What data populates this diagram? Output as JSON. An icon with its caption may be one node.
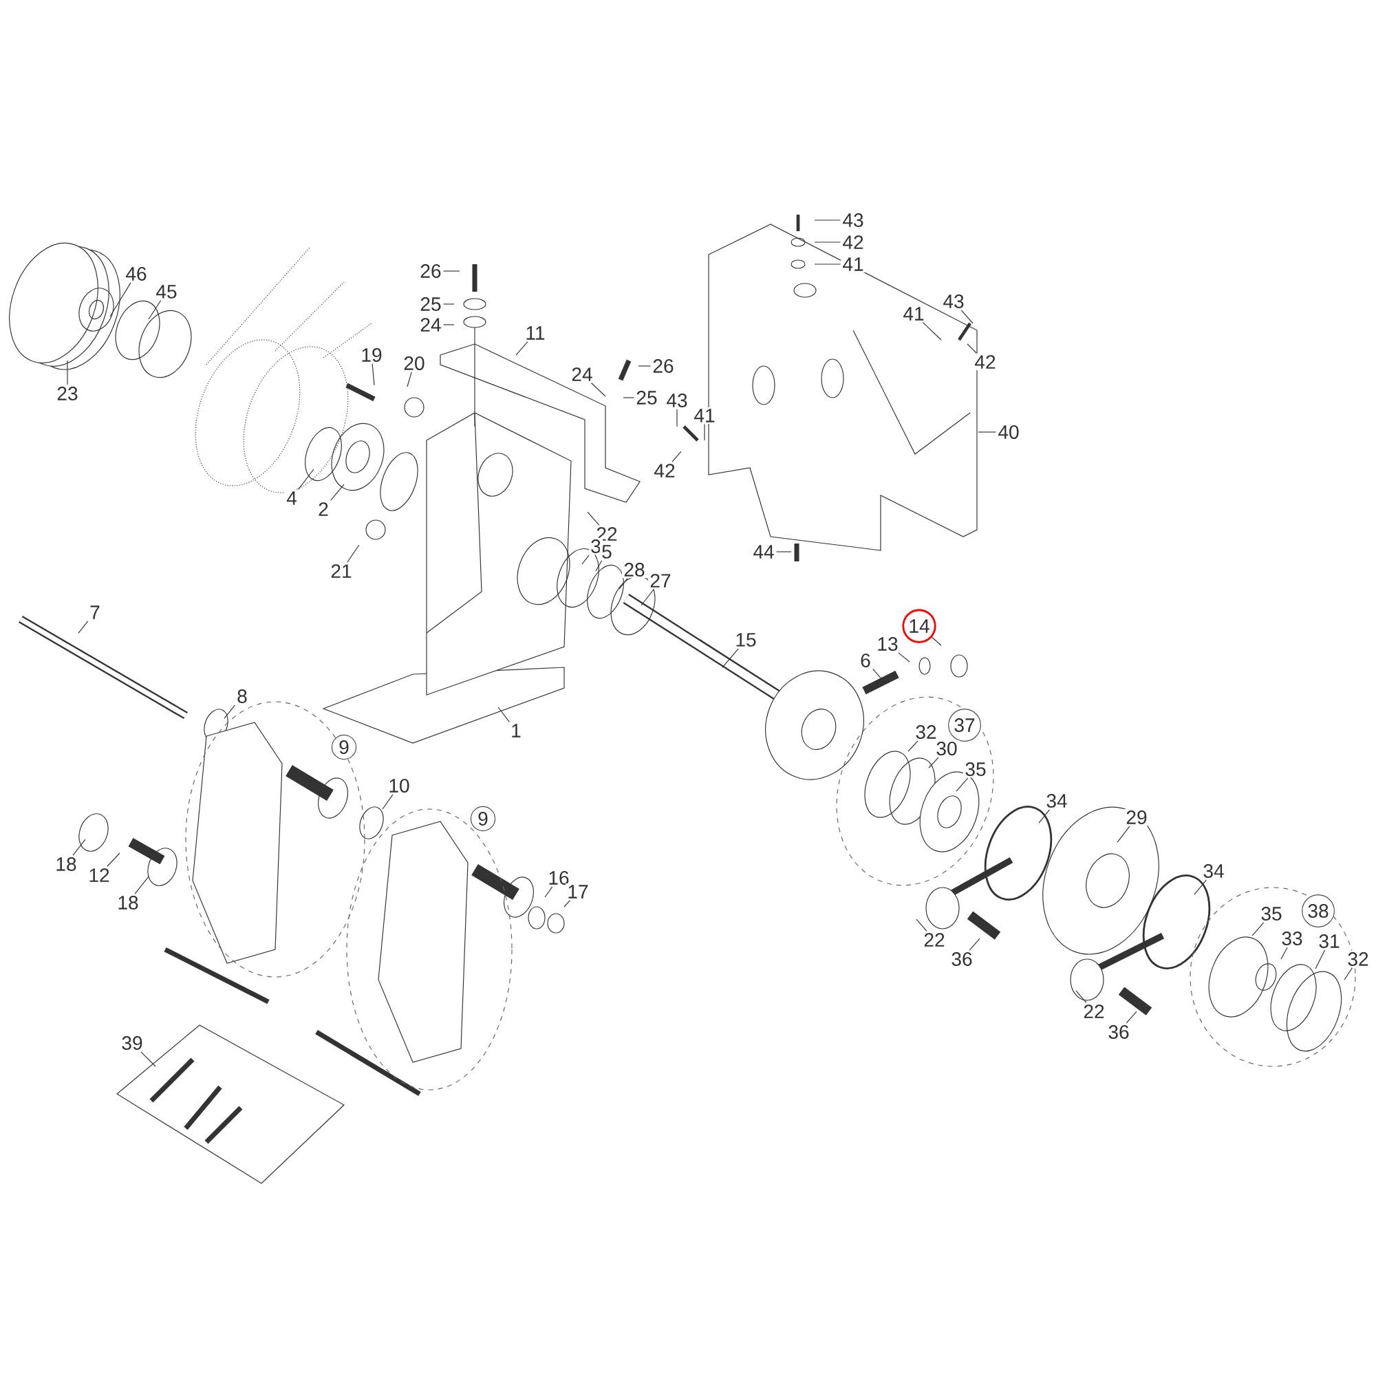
{
  "diagram": {
    "nodes": [
      {
        "text": [
          "46"
        ]
      },
      {
        "text": [
          "45"
        ]
      },
      {
        "text": [
          "23"
        ]
      },
      {
        "text": [
          "19"
        ]
      },
      {
        "text": [
          "20"
        ]
      },
      {
        "text": [
          "4"
        ]
      },
      {
        "text": [
          "2"
        ]
      },
      {
        "text": [
          "21"
        ]
      },
      {
        "text": [
          "26"
        ]
      },
      {
        "text": [
          "25"
        ]
      },
      {
        "text": [
          "24"
        ]
      },
      {
        "text": [
          "11"
        ]
      },
      {
        "text": [
          "26"
        ]
      },
      {
        "text": [
          "24"
        ]
      },
      {
        "text": [
          "25"
        ]
      },
      {
        "text": [
          "43"
        ]
      },
      {
        "text": [
          "41"
        ]
      },
      {
        "text": [
          "42"
        ]
      },
      {
        "text": [
          "43"
        ]
      },
      {
        "text": [
          "42"
        ]
      },
      {
        "text": [
          "41"
        ]
      },
      {
        "text": [
          "41"
        ]
      },
      {
        "text": [
          "43"
        ]
      },
      {
        "text": [
          "42"
        ]
      },
      {
        "text": [
          "40"
        ]
      },
      {
        "text": [
          "44"
        ]
      },
      {
        "text": [
          "22"
        ]
      },
      {
        "text": [
          "3"
        ]
      },
      {
        "text": [
          "5"
        ]
      },
      {
        "text": [
          "28"
        ]
      },
      {
        "text": [
          "27"
        ]
      },
      {
        "text": [
          "7"
        ]
      },
      {
        "text": [
          "15"
        ]
      },
      {
        "text": [
          "1"
        ]
      },
      {
        "text": [
          "14"
        ]
      },
      {
        "text": [
          "13"
        ]
      },
      {
        "text": [
          "6"
        ]
      },
      {
        "text": [
          "37"
        ]
      },
      {
        "text": [
          "32"
        ]
      },
      {
        "text": [
          "30"
        ]
      },
      {
        "text": [
          "35"
        ]
      },
      {
        "text": [
          "34"
        ]
      },
      {
        "text": [
          "29"
        ]
      },
      {
        "text": [
          "34"
        ]
      },
      {
        "text": [
          "38"
        ]
      },
      {
        "text": [
          "35"
        ]
      },
      {
        "text": [
          "33"
        ]
      },
      {
        "text": [
          "31"
        ]
      },
      {
        "text": [
          "32"
        ]
      },
      {
        "text": [
          "22"
        ]
      },
      {
        "text": [
          "36"
        ]
      },
      {
        "text": [
          "22"
        ]
      },
      {
        "text": [
          "36"
        ]
      },
      {
        "text": [
          "8"
        ]
      },
      {
        "text": [
          "9"
        ]
      },
      {
        "text": [
          "10"
        ]
      },
      {
        "text": [
          "9"
        ]
      },
      {
        "text": [
          "16"
        ]
      },
      {
        "text": [
          "17"
        ]
      },
      {
        "text": [
          "18"
        ]
      },
      {
        "text": [
          "12"
        ]
      },
      {
        "text": [
          "18"
        ]
      },
      {
        "text": [
          "39"
        ]
      }
    ],
    "edges": [
      {
        "from": 0,
        "to": null,
        "arrow": "none"
      },
      {
        "from": 1,
        "to": null,
        "arrow": "none"
      },
      {
        "from": 2,
        "to": null,
        "arrow": "none"
      },
      {
        "from": 3,
        "to": null,
        "arrow": "none"
      },
      {
        "from": 4,
        "to": null,
        "arrow": "none"
      },
      {
        "from": 5,
        "to": null,
        "arrow": "none"
      },
      {
        "from": 6,
        "to": null,
        "arrow": "none"
      },
      {
        "from": 7,
        "to": null,
        "arrow": "none"
      },
      {
        "from": 8,
        "to": null,
        "arrow": "none"
      },
      {
        "from": 9,
        "to": null,
        "arrow": "none"
      },
      {
        "from": 10,
        "to": null,
        "arrow": "none"
      },
      {
        "from": 11,
        "to": null,
        "arrow": "none"
      },
      {
        "from": 12,
        "to": null,
        "arrow": "none"
      },
      {
        "from": 13,
        "to": null,
        "arrow": "none"
      },
      {
        "from": 14,
        "to": null,
        "arrow": "none"
      },
      {
        "from": 15,
        "to": null,
        "arrow": "none"
      },
      {
        "from": 16,
        "to": null,
        "arrow": "none"
      },
      {
        "from": 17,
        "to": null,
        "arrow": "none"
      },
      {
        "from": 18,
        "to": null,
        "arrow": "none"
      },
      {
        "from": 19,
        "to": null,
        "arrow": "none"
      },
      {
        "from": 20,
        "to": null,
        "arrow": "none"
      },
      {
        "from": 21,
        "to": null,
        "arrow": "none"
      },
      {
        "from": 22,
        "to": null,
        "arrow": "none"
      },
      {
        "from": 23,
        "to": null,
        "arrow": "none"
      },
      {
        "from": 24,
        "to": null,
        "arrow": "none"
      },
      {
        "from": 25,
        "to": null,
        "arrow": "none"
      },
      {
        "from": 26,
        "to": null,
        "arrow": "none"
      },
      {
        "from": 27,
        "to": null,
        "arrow": "none"
      },
      {
        "from": 28,
        "to": null,
        "arrow": "none"
      },
      {
        "from": 29,
        "to": null,
        "arrow": "none"
      },
      {
        "from": 30,
        "to": null,
        "arrow": "none"
      },
      {
        "from": 31,
        "to": null,
        "arrow": "none"
      },
      {
        "from": 32,
        "to": null,
        "arrow": "none"
      },
      {
        "from": 33,
        "to": null,
        "arrow": "none"
      },
      {
        "from": 34,
        "to": null,
        "arrow": "none"
      },
      {
        "from": 35,
        "to": null,
        "arrow": "none"
      },
      {
        "from": 36,
        "to": null,
        "arrow": "none"
      },
      {
        "from": 38,
        "to": null,
        "arrow": "none"
      },
      {
        "from": 39,
        "to": null,
        "arrow": "none"
      },
      {
        "from": 40,
        "to": null,
        "arrow": "none"
      },
      {
        "from": 41,
        "to": null,
        "arrow": "none"
      },
      {
        "from": 42,
        "to": null,
        "arrow": "none"
      },
      {
        "from": 43,
        "to": null,
        "arrow": "none"
      },
      {
        "from": 45,
        "to": null,
        "arrow": "none"
      },
      {
        "from": 46,
        "to": null,
        "arrow": "none"
      },
      {
        "from": 47,
        "to": null,
        "arrow": "none"
      },
      {
        "from": 48,
        "to": null,
        "arrow": "none"
      },
      {
        "from": 49,
        "to": null,
        "arrow": "none"
      },
      {
        "from": 50,
        "to": null,
        "arrow": "none"
      },
      {
        "from": 51,
        "to": null,
        "arrow": "none"
      },
      {
        "from": 52,
        "to": null,
        "arrow": "none"
      },
      {
        "from": 53,
        "to": null,
        "arrow": "none"
      },
      {
        "from": 55,
        "to": null,
        "arrow": "none"
      },
      {
        "from": 57,
        "to": null,
        "arrow": "none"
      },
      {
        "from": 58,
        "to": null,
        "arrow": "none"
      },
      {
        "from": 59,
        "to": null,
        "arrow": "none"
      },
      {
        "from": 60,
        "to": null,
        "arrow": "none"
      },
      {
        "from": 61,
        "to": null,
        "arrow": "none"
      },
      {
        "from": 62,
        "to": null,
        "arrow": "none"
      }
    ]
  }
}
